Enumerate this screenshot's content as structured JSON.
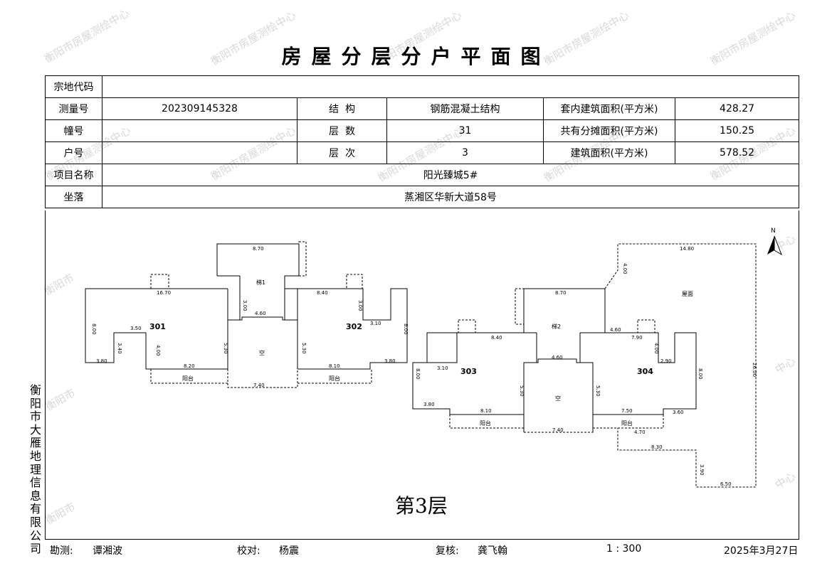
{
  "title": "房屋分层分户平面图",
  "watermark": "衡阳市房屋测绘中心",
  "watermark_short": "衡阳市",
  "watermark_end": "中心",
  "info": {
    "land_code_label": "宗地代码",
    "land_code_value": "",
    "survey_no_label": "测量号",
    "survey_no_value": "202309145328",
    "structure_label": "结  构",
    "structure_value": "钢筋混凝土结构",
    "inner_area_label": "套内建筑面积(平方米)",
    "inner_area_value": "428.27",
    "building_label": "幢号",
    "building_value": "",
    "floors_label": "层  数",
    "floors_value": "31",
    "shared_area_label": "共有分摊面积(平方米)",
    "shared_area_value": "150.25",
    "unit_label": "户号",
    "unit_value": "",
    "floor_no_label": "层  次",
    "floor_no_value": "3",
    "total_area_label": "建筑面积(平方米)",
    "total_area_value": "578.52",
    "project_label": "项目名称",
    "project_value": "阳光臻城5#",
    "location_label": "坐落",
    "location_value": "蒸湘区华新大道58号"
  },
  "plan": {
    "units": [
      "301",
      "302",
      "303",
      "304"
    ],
    "stairs": [
      "梯1",
      "梯2"
    ],
    "void": "空",
    "balcony": "阳台",
    "garden": "屋面",
    "north": "N",
    "floor_label": "第3层",
    "dims": {
      "d870a": "8.70",
      "d1670": "16.70",
      "d840a": "8.40",
      "d350": "3.50",
      "d340": "3.40",
      "d380a": "3.80",
      "d400a": "4.00",
      "d820": "8.20",
      "d460a": "4.60",
      "d300a": "3.00",
      "d530a": "5.30",
      "d740a": "7.40",
      "d810a": "8.10",
      "d310a": "3.10",
      "d800a": "8.00",
      "d870b": "8.70",
      "d840b": "8.40",
      "d1480": "14.80",
      "d790": "7.90",
      "d290": "2.90",
      "d750": "7.50",
      "d360": "3.60",
      "d470": "4.70",
      "d830": "8.30",
      "d650": "6.50",
      "d2600": "26.00",
      "d390": "3.90"
    }
  },
  "side_text": [
    "衡",
    "阳",
    "市",
    "大",
    "雁",
    "地",
    "理",
    "信",
    "息",
    "有",
    "限",
    "公",
    "司"
  ],
  "footer": {
    "surveyor_label": "勘测:",
    "surveyor": "谭湘波",
    "checker_label": "校对:",
    "checker": "杨震",
    "reviewer_label": "复核:",
    "reviewer": "龚飞翰",
    "scale": "1 : 300",
    "date": "2025年3月27日"
  }
}
